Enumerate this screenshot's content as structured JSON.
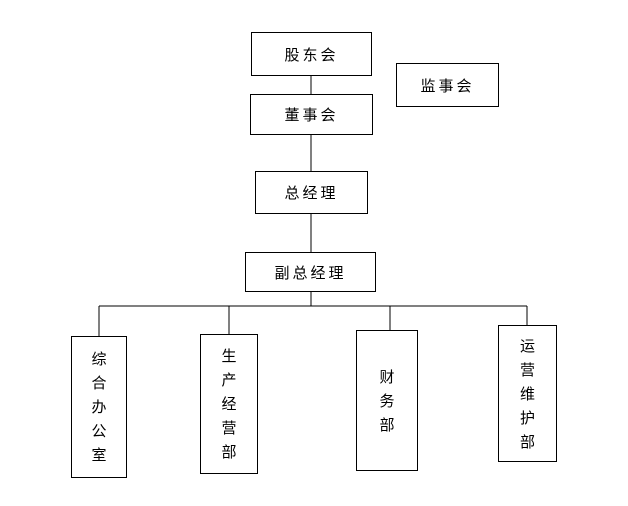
{
  "nodes": {
    "shareholders": "股东会",
    "supervisors": "监事会",
    "board": "董事会",
    "general_manager": "总经理",
    "deputy_gm": "副总经理",
    "admin_office": [
      "综",
      "合",
      "办",
      "公",
      "室"
    ],
    "production": [
      "生",
      "产",
      "经",
      "营",
      "部"
    ],
    "finance": [
      "财",
      "务",
      "部"
    ],
    "operations": [
      "运",
      "营",
      "维",
      "护",
      "部"
    ]
  }
}
